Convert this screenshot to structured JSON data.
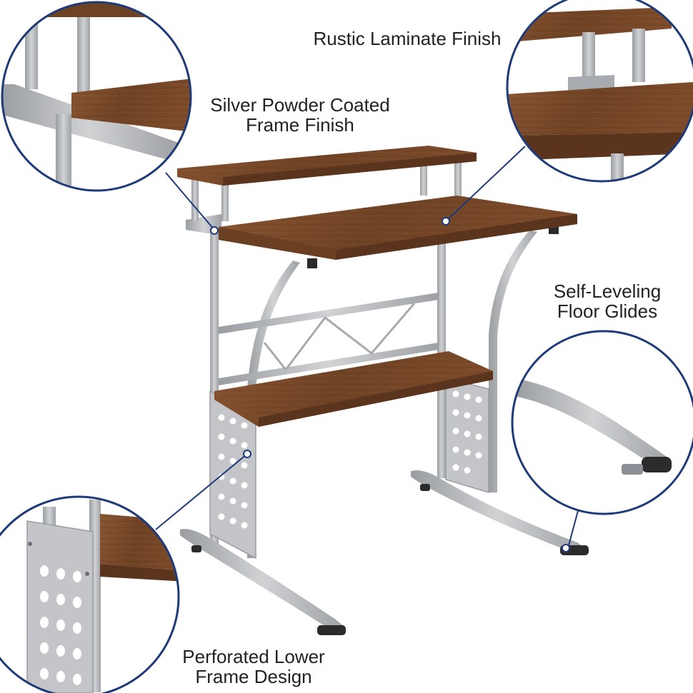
{
  "callouts": {
    "rustic_laminate": {
      "line1": "Rustic Laminate Finish"
    },
    "silver_frame": {
      "line1": "Silver Powder Coated",
      "line2": "Frame Finish"
    },
    "floor_glides": {
      "line1": "Self-Leveling",
      "line2": "Floor Glides"
    },
    "perforated_frame": {
      "line1": "Perforated Lower",
      "line2": "Frame Design"
    }
  },
  "colors": {
    "wood": "#7a4a2a",
    "wood_dark": "#5a341c",
    "metal": "#b9bbbe",
    "metal_dark": "#8d9094",
    "callout_ring": "#1f3a78",
    "glide": "#2b2b2b"
  }
}
